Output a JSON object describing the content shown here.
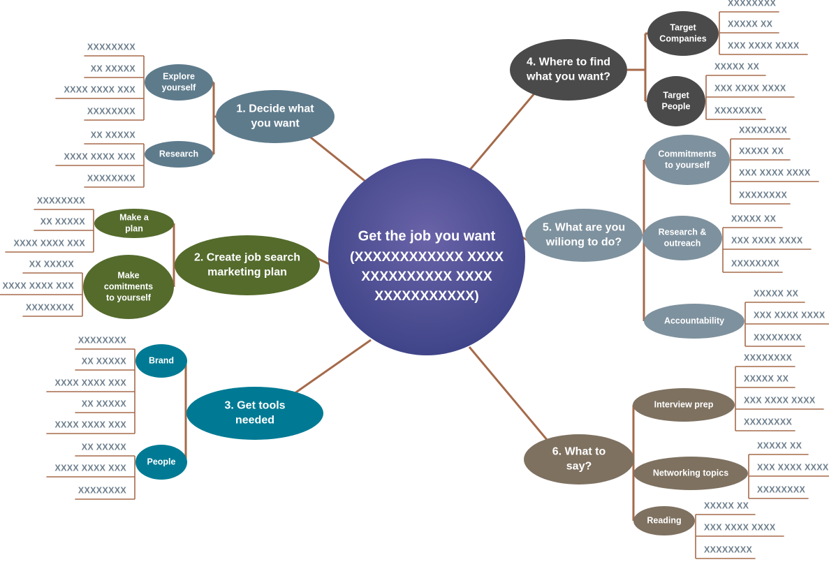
{
  "center": {
    "lines": [
      "Get the job you want",
      "(XXXXXXXXXXXX XXXX",
      "XXXXXXXXXX XXXX",
      "XXXXXXXXXXX)"
    ],
    "color": "#4a4a90"
  },
  "colors": {
    "connector": "#a56a4a",
    "leaf_text": "#6e7f8d",
    "branch1": "#5e7b8c",
    "branch2": "#546b2c",
    "branch3": "#007a94",
    "branch4": "#4a4a4a",
    "branch5": "#7e919e",
    "branch6": "#7e7160"
  },
  "branches": [
    {
      "id": "b1",
      "label_lines": [
        "1. Decide what",
        "you want"
      ],
      "subtopics": [
        {
          "label_lines": [
            "Explore",
            "yourself"
          ],
          "leaves": [
            "XXXXXXXX",
            "XX XXXXX",
            "XXXX XXXX XXX",
            "XXXXXXXX"
          ]
        },
        {
          "label_lines": [
            "Research"
          ],
          "leaves": [
            "XX XXXXX",
            "XXXX XXXX XXX",
            "XXXXXXXX"
          ]
        }
      ]
    },
    {
      "id": "b2",
      "label_lines": [
        "2. Create job search",
        "marketing plan"
      ],
      "subtopics": [
        {
          "label_lines": [
            "Make a",
            "plan"
          ],
          "leaves": [
            "XXXXXXXX",
            "XX XXXXX",
            "XXXX XXXX XXX"
          ]
        },
        {
          "label_lines": [
            "Make",
            "comitments",
            "to yourself"
          ],
          "leaves": [
            "XX XXXXX",
            "XXXX XXXX XXX",
            "XXXXXXXX"
          ]
        }
      ]
    },
    {
      "id": "b3",
      "label_lines": [
        "3. Get tools",
        "needed"
      ],
      "subtopics": [
        {
          "label_lines": [
            "Brand"
          ],
          "leaves": [
            "XXXXXXXX",
            "XX XXXXX",
            "XXXX XXXX XXX",
            "XX XXXXX",
            "XXXX XXXX XXX"
          ]
        },
        {
          "label_lines": [
            "People"
          ],
          "leaves": [
            "XX XXXXX",
            "XXXX XXXX XXX",
            "XXXXXXXX"
          ]
        }
      ]
    },
    {
      "id": "b4",
      "label_lines": [
        "4. Where to find",
        "what you want?"
      ],
      "subtopics": [
        {
          "label_lines": [
            "Target",
            "Companies"
          ],
          "leaves": [
            "XXXXXXXX",
            "XXXXX XX",
            "XXX XXXX XXXX"
          ]
        },
        {
          "label_lines": [
            "Target",
            "People"
          ],
          "leaves": [
            "XXXXX XX",
            "XXX XXXX XXXX",
            "XXXXXXXX"
          ]
        }
      ]
    },
    {
      "id": "b5",
      "label_lines": [
        "5. What are you",
        "wiliong to do?"
      ],
      "subtopics": [
        {
          "label_lines": [
            "Commitments",
            "to yourself"
          ],
          "leaves": [
            "XXXXXXXX",
            "XXXXX XX",
            "XXX XXXX XXXX",
            "XXXXXXXX"
          ]
        },
        {
          "label_lines": [
            "Research &",
            "outreach"
          ],
          "leaves": [
            "XXXXX XX",
            "XXX XXXX XXXX",
            "XXXXXXXX"
          ]
        },
        {
          "label_lines": [
            "Accountability"
          ],
          "leaves": [
            "XXXXX XX",
            "XXX XXXX XXXX",
            "XXXXXXXX"
          ]
        }
      ]
    },
    {
      "id": "b6",
      "label_lines": [
        "6. What to",
        "say?"
      ],
      "subtopics": [
        {
          "label_lines": [
            "Interview prep"
          ],
          "leaves": [
            "XXXXXXXX",
            "XXXXX XX",
            "XXX XXXX XXXX",
            "XXXXXXXX"
          ]
        },
        {
          "label_lines": [
            "Networking topics"
          ],
          "leaves": [
            "XXXXX XX",
            "XXX XXXX XXXX",
            "XXXXXXXX"
          ]
        },
        {
          "label_lines": [
            "Reading"
          ],
          "leaves": [
            "XXXXX XX",
            "XXX XXXX XXXX",
            "XXXXXXXX"
          ]
        }
      ]
    }
  ]
}
